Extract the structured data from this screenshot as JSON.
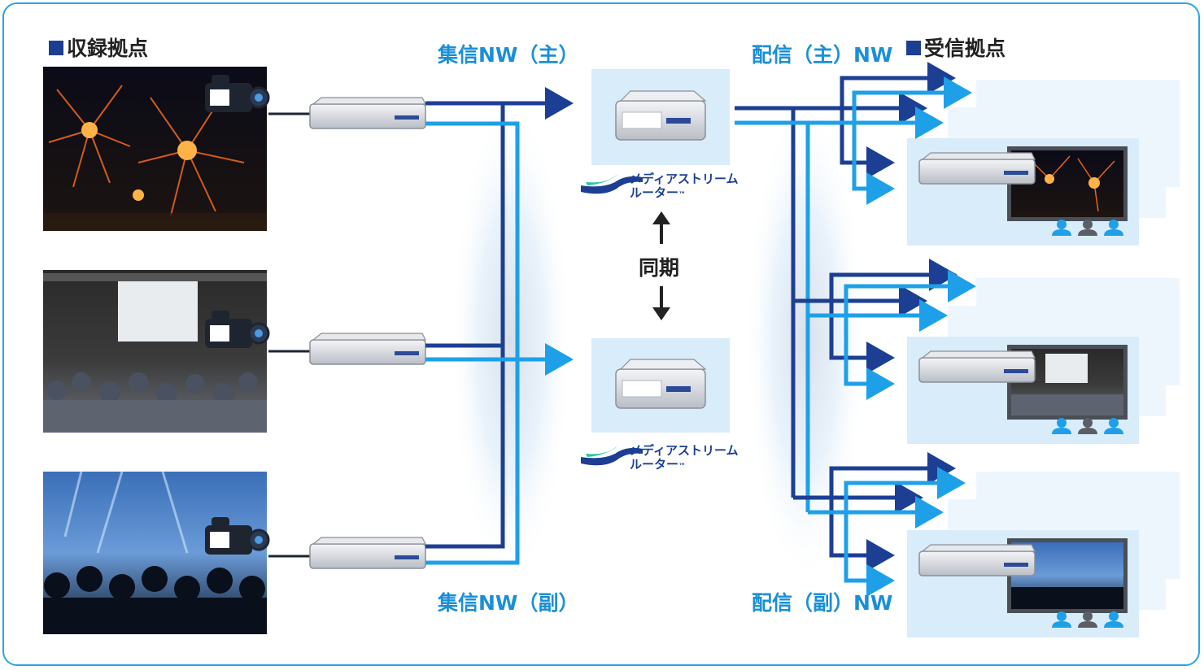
{
  "labels": {
    "recording_sites": "収録拠点",
    "receiving_sites": "受信拠点",
    "collect_nw_main": "集信NW（主）",
    "collect_nw_sub": "集信NW（副）",
    "dist_nw_main": "配信（主）NW",
    "dist_nw_sub": "配信（副）NW",
    "sync": "同期"
  },
  "brand": {
    "line1": "メディアストリーム",
    "line2": "ルーター",
    "tm": "™"
  },
  "colors": {
    "main_line": "#1c3f94",
    "sub_line": "#1ea0e8",
    "panel": "#d9ecfa",
    "frame": "#2aa3e6"
  },
  "icons": {
    "camera": "video-camera-icon",
    "encoder": "encoder-device-icon",
    "router": "stream-router-device-icon",
    "decoder": "decoder-device-icon",
    "monitor": "monitor-icon",
    "audience": "audience-icon"
  }
}
